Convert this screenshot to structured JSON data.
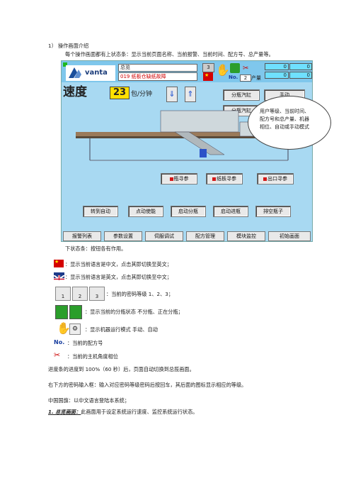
{
  "heading": "1）  操作画面介绍",
  "intro": "每个操作画面都有上状态条：显示当前页面名称、当前报警、当前时间、配方号、总产量等。",
  "hmi": {
    "logo": "vanta",
    "screen_title": "总览",
    "alarm_text": "019 纸板仓缺纸故障",
    "key_level": "3",
    "recipe_label": "No.",
    "recipe_no": "2",
    "output_label": "产量",
    "counters": [
      "0",
      "0",
      "0",
      "0"
    ],
    "speed_label": "速度",
    "speed_value": "23",
    "speed_unit": "包/分钟",
    "btn_split_valve": "分瓶汽缸",
    "btn_auto_manual": "手动",
    "btn_split2": "分瓶汽缸",
    "btn_seek_bottle": "瓶寻参",
    "btn_seek_paper": "纸板寻参",
    "btn_seek_outlet": "出口寻参",
    "btn_to_auto": "转到自动",
    "btn_jog": "点动使能",
    "btn_start_split": "启动分瓶",
    "btn_start_feed": "启动进瓶",
    "btn_empty": "排空瓶子",
    "tabs": [
      "报警列表",
      "参数设置",
      "伺服调试",
      "配方管理",
      "模块监控",
      "初始画面"
    ]
  },
  "callout": [
    "用户等级、当前时间、",
    "配方号和总产量、机器",
    "相位、自动或手动模式"
  ],
  "desc_intro": "下状态条：按钮各有作用。",
  "desc_cn": "：显示当前语言是中文，点击其即切换至英文；",
  "desc_en": "：显示当前语言是英文，点击其即切换至中文；",
  "key_labels": [
    "1",
    "2",
    "3"
  ],
  "desc_keys": "：当前的密码等级 1、2、3；",
  "desc_split": "：显示当前的分瓶状态   不分瓶、正在分瓶；",
  "desc_mode": "：显示机器运行模式   手动、自动",
  "desc_recipe_icon": "No.",
  "desc_recipe": "：当前的配方号",
  "desc_phase": "：当前的主机角度相位",
  "para1": "进度条的进度到 100%（60 秒）后，页面自动切换到总揽画面。",
  "para2": "右下方的密码输入框：输入对应密码等级密码后按回车，其后面的图标显示相应的等级。",
  "para3": "中国国旗：以中文语言登陆本系统；",
  "para4_bold": "1. 总览画面：",
  "para4": "此画面用于设定系统运行速度、监控系统运行状态。"
}
